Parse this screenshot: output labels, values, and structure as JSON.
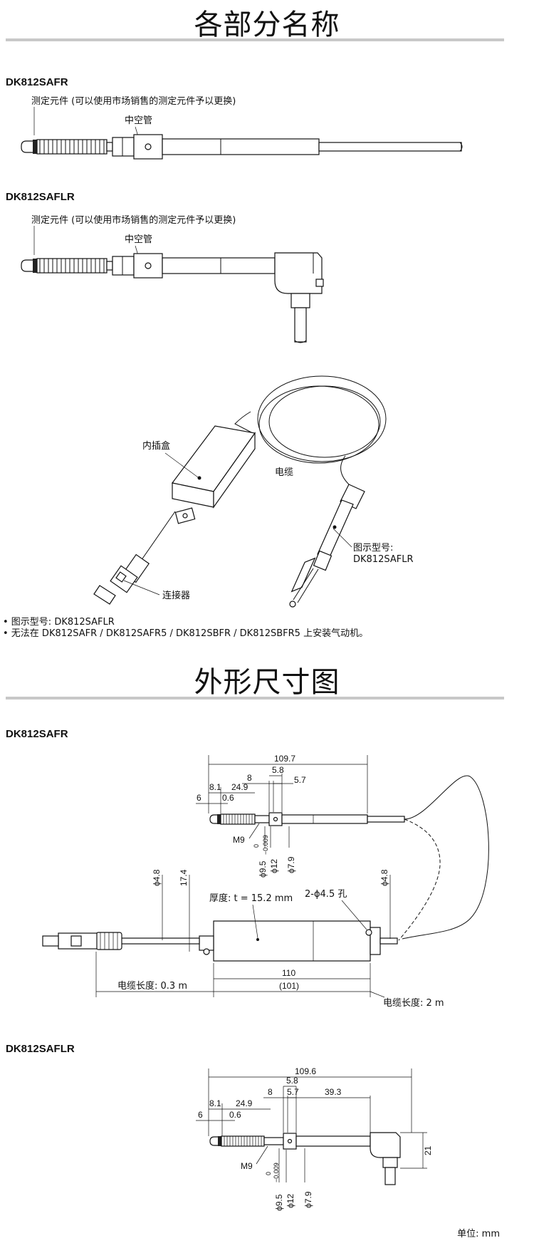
{
  "parts": {
    "title": "各部分名称",
    "model_safr": "DK812SAFR",
    "model_saflr": "DK812SAFLR",
    "contact_label": "测定元件 (可以使用市场销售的测定元件予以更换)",
    "hollow_label": "中空管",
    "interpolation_box": "内插盒",
    "cable": "电缆",
    "shown_model_label": "图示型号:",
    "shown_model_value": "DK812SAFLR",
    "connector": "连接器",
    "note1": "• 图示型号: DK812SAFLR",
    "note2": "• 无法在 DK812SAFR / DK812SAFR5 / DK812SBFR / DK812SBFR5 上安装气动机。"
  },
  "dims": {
    "title": "外形尺寸图",
    "model_safr": "DK812SAFR",
    "model_saflr": "DK812SAFLR",
    "safr": {
      "total": "109.7",
      "d8": "8",
      "d58": "5.8",
      "d57": "5.7",
      "d81": "8.1",
      "d249": "24.9",
      "d6": "6",
      "d06": "0.6",
      "m9": "M9",
      "phi95": "ϕ9.5",
      "tol0": "0",
      "tol": "−0.009",
      "phi12": "ϕ12",
      "phi79": "ϕ7.9",
      "phi48a": "ϕ4.8",
      "d174": "17.4",
      "thickness": "厚度: t = 15.2 mm",
      "holes": "2-ϕ4.5 孔",
      "phi48b": "ϕ4.8",
      "d110": "110",
      "d101": "(101)",
      "cable_short": "电缆长度: 0.3 m",
      "cable_long": "电缆长度: 2 m"
    },
    "saflr": {
      "total": "109.6",
      "d58": "5.8",
      "d8": "8",
      "d57": "5.7",
      "d393": "39.3",
      "d81": "8.1",
      "d249": "24.9",
      "d6": "6",
      "d06": "0.6",
      "m9": "M9",
      "tol0": "0",
      "tol": "−0.009",
      "phi95": "ϕ9.5",
      "phi12": "ϕ12",
      "phi79": "ϕ7.9",
      "d21": "21"
    },
    "unit": "单位: mm"
  }
}
